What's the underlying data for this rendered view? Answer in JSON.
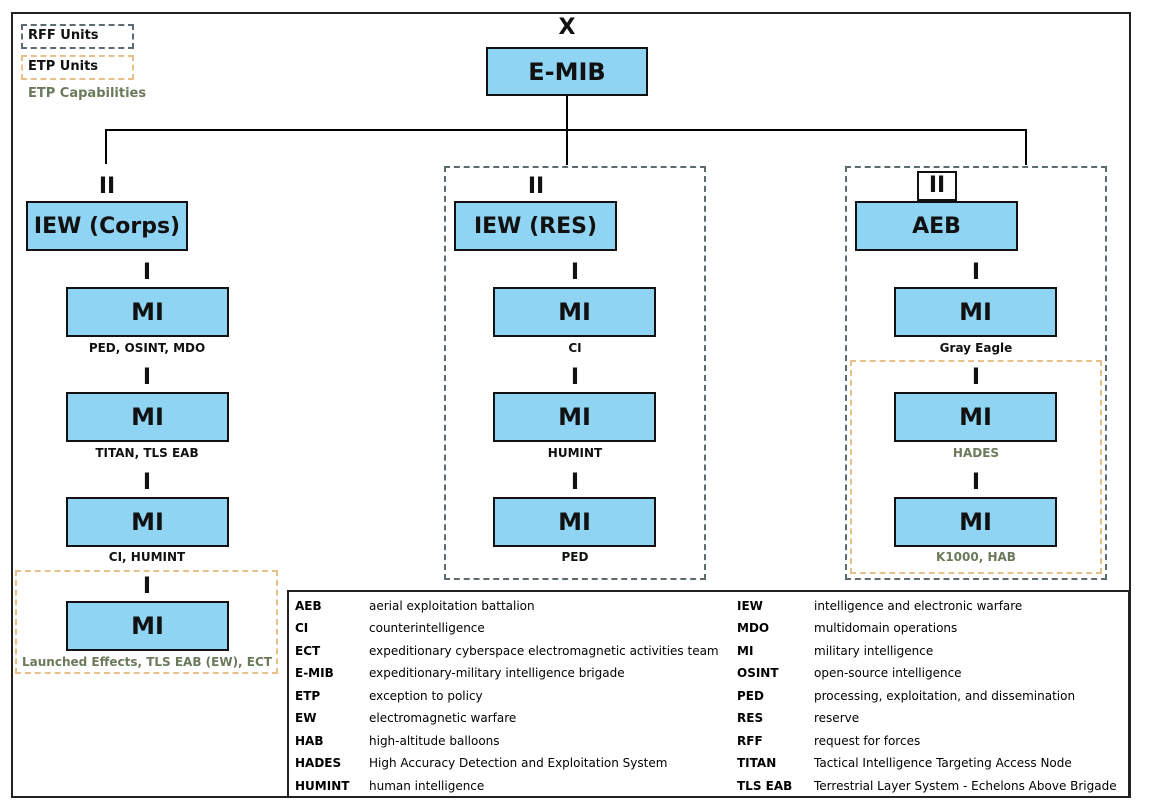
{
  "legend": {
    "rff_units": "RFF Units",
    "etp_units": "ETP Units",
    "etp_capabilities": "ETP Capabilities"
  },
  "top": {
    "echelon": "X",
    "label": "E-MIB"
  },
  "battalions": {
    "iew_corps": {
      "echelon": "II",
      "label": "IEW (Corps)",
      "companies": [
        {
          "echelon": "I",
          "label": "MI",
          "caption": "PED, OSINT, MDO"
        },
        {
          "echelon": "I",
          "label": "MI",
          "caption": "TITAN, TLS EAB"
        },
        {
          "echelon": "I",
          "label": "MI",
          "caption": "CI, HUMINT"
        },
        {
          "echelon": "I",
          "label": "MI",
          "caption": "Launched Effects, TLS EAB (EW), ECT"
        }
      ]
    },
    "iew_res": {
      "echelon": "II",
      "label": "IEW (RES)",
      "companies": [
        {
          "echelon": "I",
          "label": "MI",
          "caption": "CI"
        },
        {
          "echelon": "I",
          "label": "MI",
          "caption": "HUMINT"
        },
        {
          "echelon": "I",
          "label": "MI",
          "caption": "PED"
        }
      ]
    },
    "aeb": {
      "echelon": "II",
      "label": "AEB",
      "companies": [
        {
          "echelon": "I",
          "label": "MI",
          "caption": "Gray Eagle"
        },
        {
          "echelon": "I",
          "label": "MI",
          "caption": "HADES"
        },
        {
          "echelon": "I",
          "label": "MI",
          "caption": "K1000, HAB"
        }
      ]
    }
  },
  "glossary": {
    "left": [
      {
        "abbr": "AEB",
        "def": "aerial exploitation battalion"
      },
      {
        "abbr": "CI",
        "def": "counterintelligence"
      },
      {
        "abbr": "ECT",
        "def": "expeditionary cyberspace electromagnetic activities team"
      },
      {
        "abbr": "E-MIB",
        "def": "expeditionary-military intelligence brigade"
      },
      {
        "abbr": "ETP",
        "def": "exception to policy"
      },
      {
        "abbr": "EW",
        "def": "electromagnetic warfare"
      },
      {
        "abbr": "HAB",
        "def": "high-altitude balloons"
      },
      {
        "abbr": "HADES",
        "def": "High Accuracy Detection and Exploitation System"
      },
      {
        "abbr": "HUMINT",
        "def": "human intelligence"
      }
    ],
    "right": [
      {
        "abbr": "IEW",
        "def": "intelligence and electronic warfare"
      },
      {
        "abbr": "MDO",
        "def": "multidomain operations"
      },
      {
        "abbr": "MI",
        "def": "military intelligence"
      },
      {
        "abbr": "OSINT",
        "def": "open-source intelligence"
      },
      {
        "abbr": "PED",
        "def": "processing, exploitation, and dissemination"
      },
      {
        "abbr": "RES",
        "def": "reserve"
      },
      {
        "abbr": "RFF",
        "def": "request for forces"
      },
      {
        "abbr": "TITAN",
        "def": "Tactical Intelligence Targeting Access Node"
      },
      {
        "abbr": "TLS EAB",
        "def": "Terrestrial Layer System - Echelons Above Brigade"
      }
    ]
  }
}
